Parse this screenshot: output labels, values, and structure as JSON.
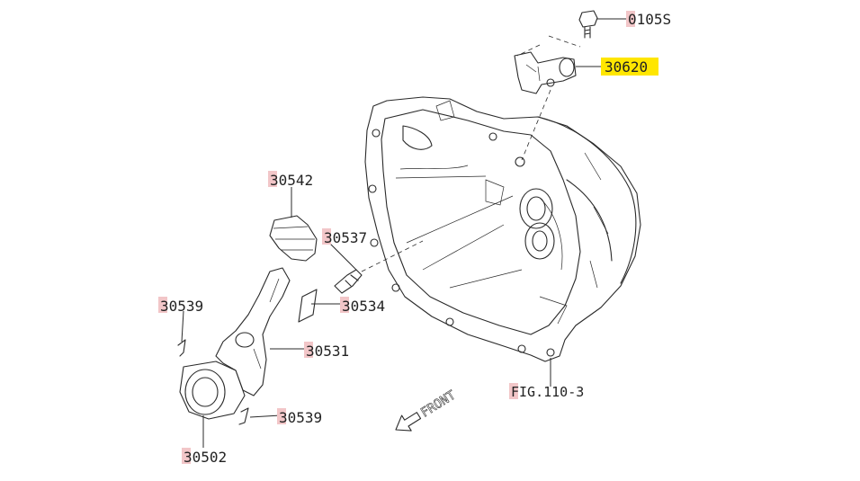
{
  "callouts": [
    {
      "id": "01052",
      "label": "0105S",
      "selected": false
    },
    {
      "id": "30620",
      "label": "30620",
      "selected": true
    },
    {
      "id": "30542",
      "label": "30542",
      "selected": false
    },
    {
      "id": "30537",
      "label": "30537",
      "selected": false
    },
    {
      "id": "30534",
      "label": "30534",
      "selected": false
    },
    {
      "id": "30539a",
      "label": "30539",
      "selected": false
    },
    {
      "id": "30531",
      "label": "30531",
      "selected": false
    },
    {
      "id": "30539b",
      "label": "30539",
      "selected": false
    },
    {
      "id": "30502",
      "label": "30502",
      "selected": false
    }
  ],
  "figure_ref": "FIG.110-3",
  "direction_label": "FRONT",
  "colors": {
    "highlight": "#f2c6c8",
    "selected_highlight": "#ffe600",
    "line": "#2a2a2a"
  }
}
